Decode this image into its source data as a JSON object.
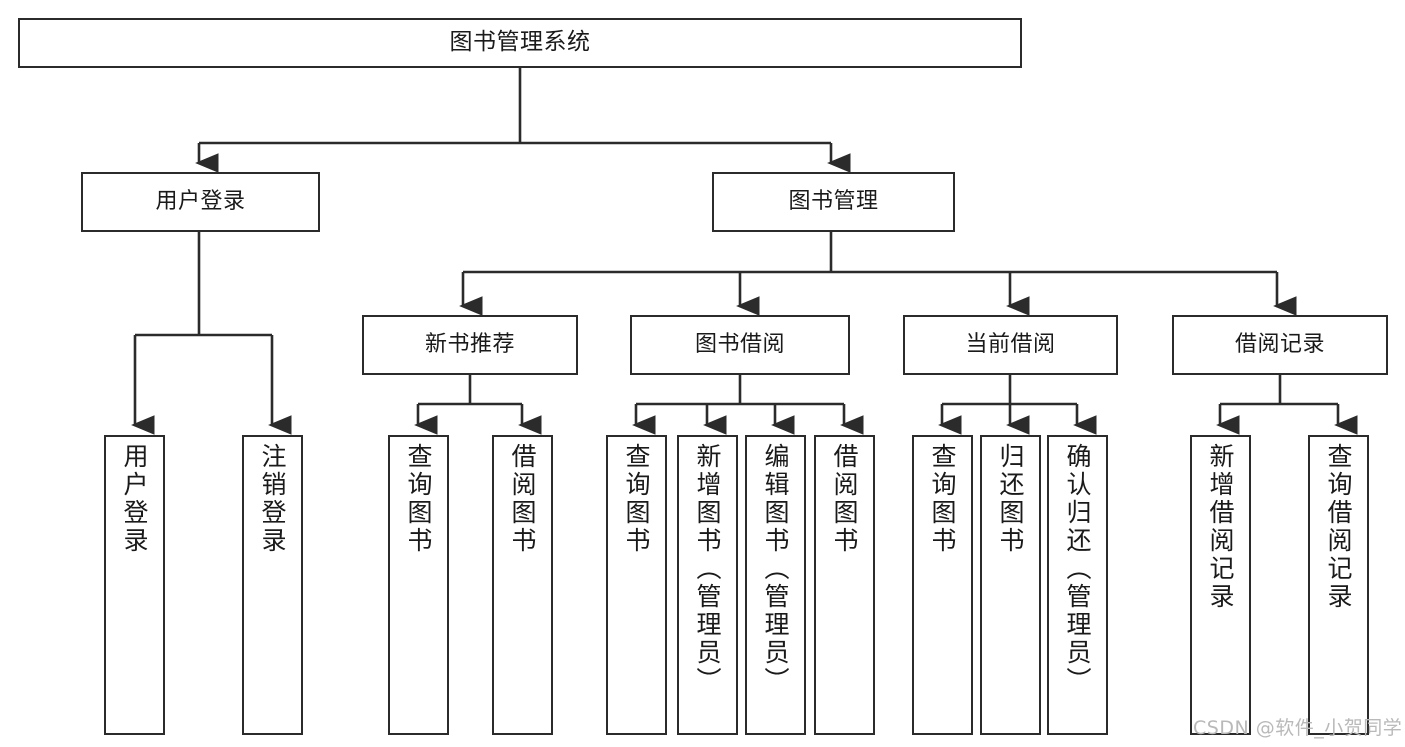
{
  "diagram": {
    "title": "图书管理系统",
    "type": "hierarchy-tree",
    "nodes": {
      "root": {
        "label": "图书管理系统"
      },
      "level1": [
        {
          "id": "user-login",
          "label": "用户登录"
        },
        {
          "id": "book-manage",
          "label": "图书管理"
        }
      ],
      "level2": [
        {
          "id": "new-book-recommend",
          "label": "新书推荐"
        },
        {
          "id": "book-borrow",
          "label": "图书借阅"
        },
        {
          "id": "current-borrow",
          "label": "当前借阅"
        },
        {
          "id": "borrow-record",
          "label": "借阅记录"
        }
      ],
      "leaves": [
        {
          "id": "leaf-user-login",
          "label": "用户登录",
          "parent": "user-login"
        },
        {
          "id": "leaf-logout-login",
          "label": "注销登录",
          "parent": "user-login"
        },
        {
          "id": "leaf-query-book-1",
          "label": "查询图书",
          "parent": "new-book-recommend"
        },
        {
          "id": "leaf-borrow-book-1",
          "label": "借阅图书",
          "parent": "new-book-recommend"
        },
        {
          "id": "leaf-query-book-2",
          "label": "查询图书",
          "parent": "book-borrow"
        },
        {
          "id": "leaf-add-book-admin",
          "label": "新增图书（管理员）",
          "parent": "book-borrow"
        },
        {
          "id": "leaf-edit-book-admin",
          "label": "编辑图书（管理员）",
          "parent": "book-borrow"
        },
        {
          "id": "leaf-borrow-book-2",
          "label": "借阅图书",
          "parent": "book-borrow"
        },
        {
          "id": "leaf-query-book-3",
          "label": "查询图书",
          "parent": "current-borrow"
        },
        {
          "id": "leaf-return-book",
          "label": "归还图书",
          "parent": "current-borrow"
        },
        {
          "id": "leaf-confirm-return-admin",
          "label": "确认归还（管理员）",
          "parent": "current-borrow"
        },
        {
          "id": "leaf-add-borrow-record",
          "label": "新增借阅记录",
          "parent": "borrow-record"
        },
        {
          "id": "leaf-query-borrow-record",
          "label": "查询借阅记录",
          "parent": "borrow-record"
        }
      ]
    },
    "colors": {
      "stroke": "#2b2b2b",
      "fill": "#ffffff",
      "text": "#1a1a1a",
      "watermark": "#b9b9b9"
    }
  },
  "watermark": {
    "text": "CSDN @软件_小贺同学"
  }
}
